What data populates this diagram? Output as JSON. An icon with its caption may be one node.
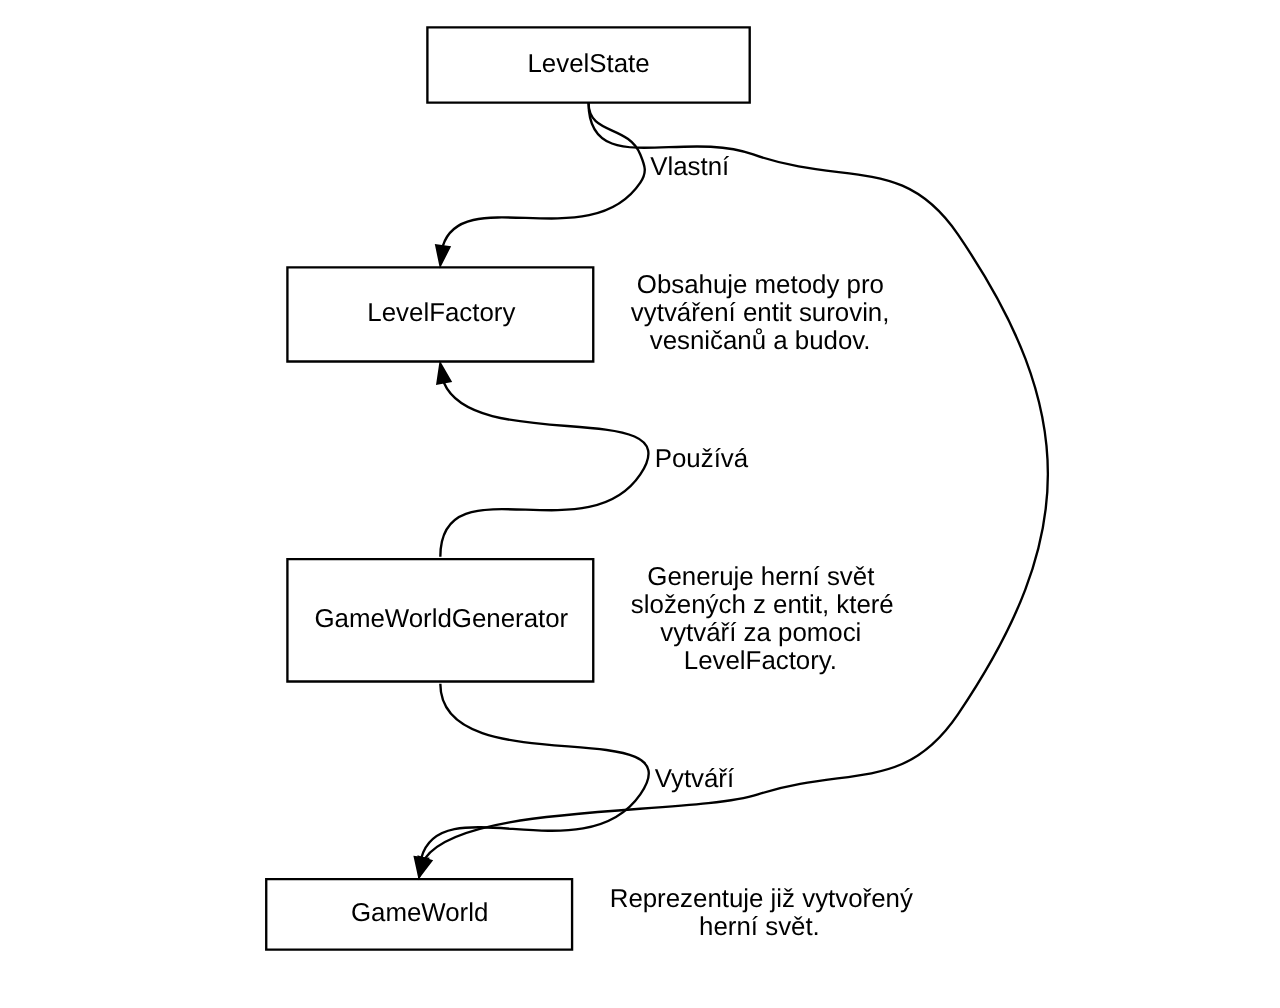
{
  "diagram": {
    "nodes": [
      {
        "text": [
          "LevelState"
        ]
      },
      {
        "text": [
          "LevelFactory"
        ],
        "beside": [
          "Obsahuje metody pro vytváření entit surovin, vesničanů a budov."
        ]
      },
      {
        "text": [
          "GameWorldGenerator"
        ],
        "beside": [
          "Generuje herní svět složených z entit, které vytváří za pomoci LevelFactory."
        ]
      },
      {
        "text": [
          "GameWorld"
        ],
        "beside": [
          "Reprezentuje již vytvořený herní svět."
        ]
      }
    ],
    "edges": [
      {
        "from": 0,
        "to": 1,
        "arrow": "to",
        "label": "Vlastní"
      },
      {
        "from": 0,
        "to": 3,
        "arrow": "to"
      },
      {
        "from": 2,
        "to": 1,
        "arrow": "to",
        "label": "Používá"
      },
      {
        "from": 2,
        "to": 3,
        "arrow": "to",
        "label": "Vytváří"
      }
    ]
  }
}
